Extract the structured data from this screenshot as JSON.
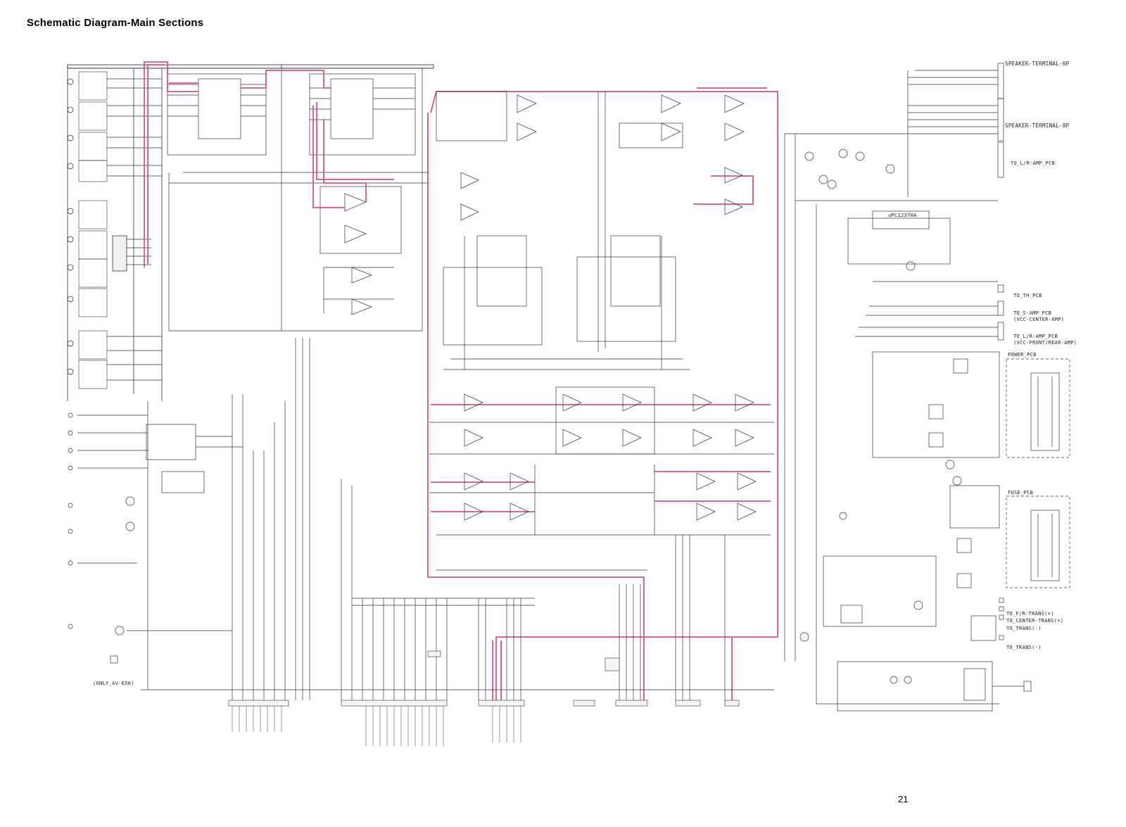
{
  "title": "Schematic Diagram-Main Sections",
  "page_number": "21",
  "connectors": {
    "speaker_6p": "SPEAKER-TERMINAL-6P",
    "speaker_8p": "SPEAKER-TERMINAL-8P",
    "to_lr_amp_pcb": "TO_L/R-AMP_PCB",
    "to_th_pcb": "TO_TH_PCB",
    "to_s_amp_pcb": "TO_S-AMP_PCB",
    "vcc_center_amp": "(VCC-CENTER-AMP)",
    "to_lr_amp_pcb_2": "TO_L/R-AMP_PCB",
    "vcc_front_rear": "(VCC-FRONT/REAR-AMP)",
    "power_pcb": "POWER_PCB",
    "fuse_pcb": "FUSE_PCB",
    "to_fr_trans": "TO_F/R-TRANS(+)",
    "to_center_trans": "TO_CENTER-TRANS(+)",
    "to_trans_minus": "TO_TRANS(-)",
    "to_trans_minus_2": "TO_TRANS(-)"
  },
  "components": {
    "upc": "uPC1237HA",
    "only_av": "(ONLY_AV-650)"
  },
  "colors": {
    "highlight": "#d4587a",
    "wire": "#333333"
  }
}
